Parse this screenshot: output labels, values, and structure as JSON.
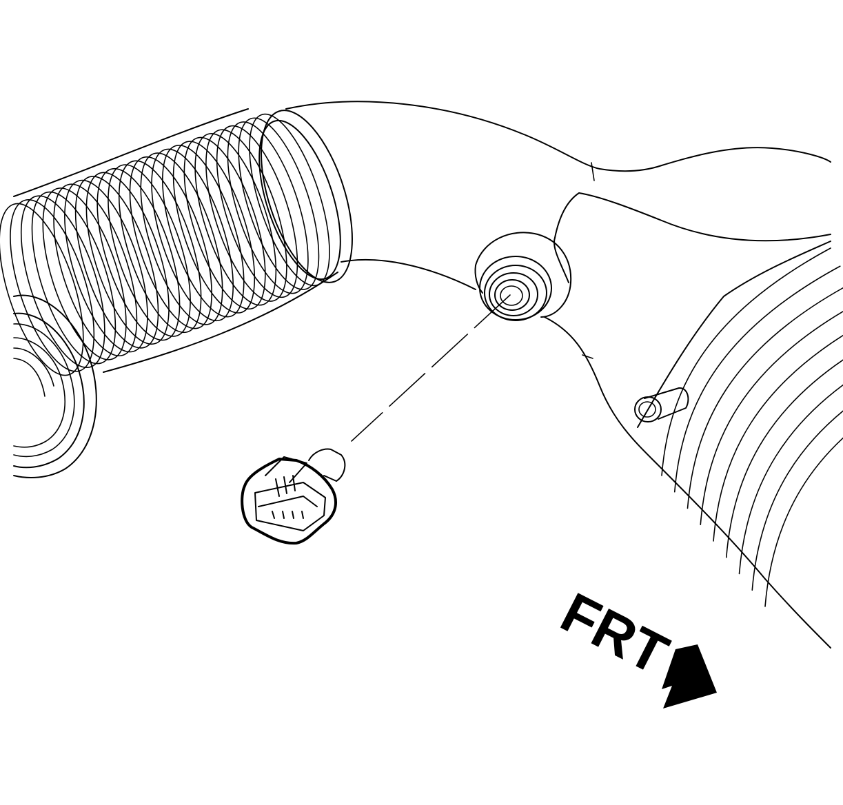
{
  "diagram": {
    "direction_label": "FRT",
    "ink_color": "#000000",
    "background_color": "#ffffff",
    "hose_ribs": 24,
    "housing_ribs": 9
  }
}
